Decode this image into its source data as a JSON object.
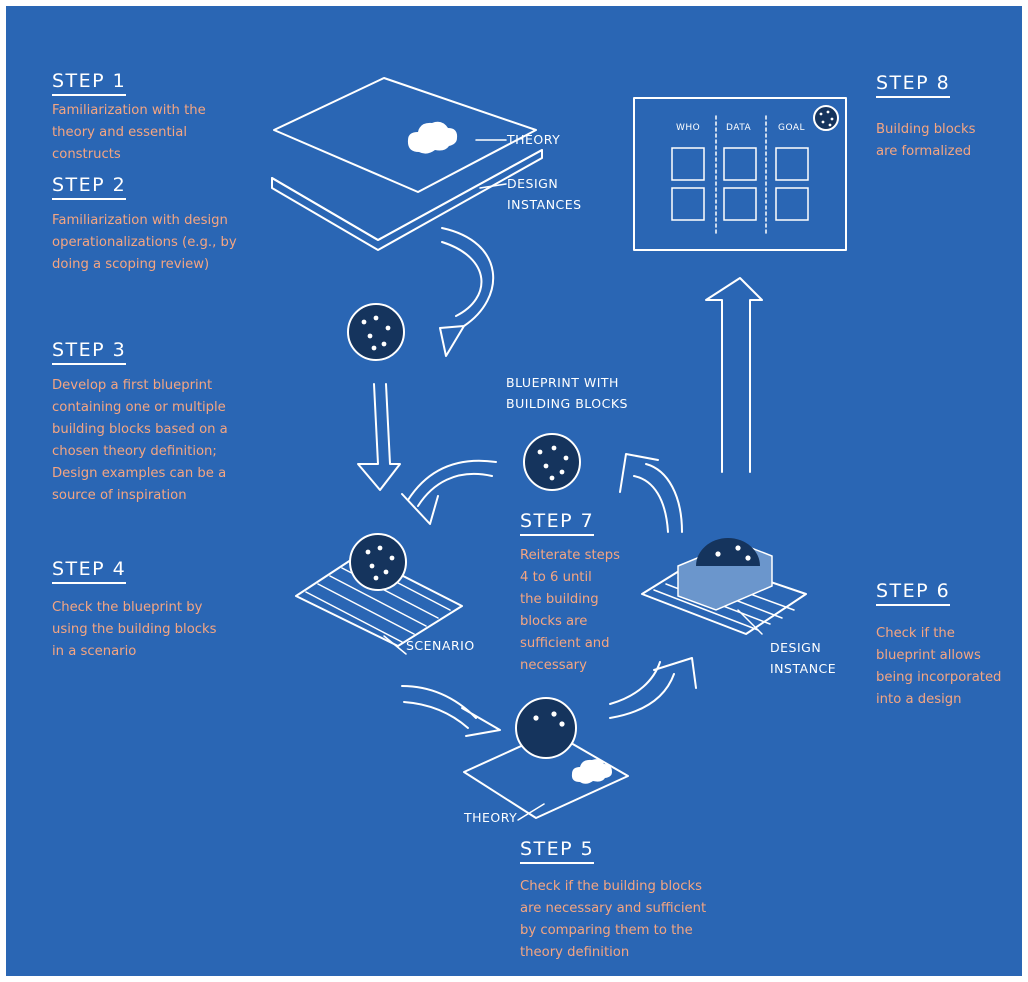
{
  "steps": [
    {
      "title": "STEP 1",
      "desc": [
        "Familiarization with the",
        "theory and essential",
        "constructs"
      ]
    },
    {
      "title": "STEP 2",
      "desc": [
        "Familiarization with design",
        "operationalizations (e.g., by",
        "doing a scoping review)"
      ]
    },
    {
      "title": "STEP 3",
      "desc": [
        "Develop a first blueprint",
        "containing one or multiple",
        "building blocks based on a",
        "chosen theory definition;",
        "Design examples can be a",
        "source of inspiration"
      ]
    },
    {
      "title": "STEP 4",
      "desc": [
        "Check the blueprint by",
        "using the building blocks",
        "in a scenario"
      ]
    },
    {
      "title": "STEP 5",
      "desc": [
        "Check if the building blocks",
        "are necessary and sufficient",
        "by comparing them to the",
        "theory definition"
      ]
    },
    {
      "title": "STEP 6",
      "desc": [
        "Check if the",
        "blueprint allows",
        "being incorporated",
        "into a design"
      ]
    },
    {
      "title": "STEP 7",
      "desc": [
        "Reiterate steps",
        "4 to 6 until",
        "the building",
        "blocks are",
        "sufficient and",
        "necessary"
      ]
    },
    {
      "title": "STEP 8",
      "desc": [
        "Building blocks",
        "are formalized"
      ]
    }
  ],
  "labels": {
    "theory_top": "THEORY",
    "design_instances": [
      "DESIGN",
      "INSTANCES"
    ],
    "blueprint": [
      "BLUEPRINT WITH",
      "BUILDING BLOCKS"
    ],
    "scenario": "SCENARIO",
    "design_instance": [
      "DESIGN",
      "INSTANCE"
    ],
    "theory_bottom": "THEORY"
  },
  "board_headers": {
    "who": "WHO",
    "data": "DATA",
    "goal": "GOAL"
  },
  "colors": {
    "background": "#2a66b4",
    "title": "#ffffff",
    "description": "#f4a582",
    "building_block": "#15345d"
  }
}
